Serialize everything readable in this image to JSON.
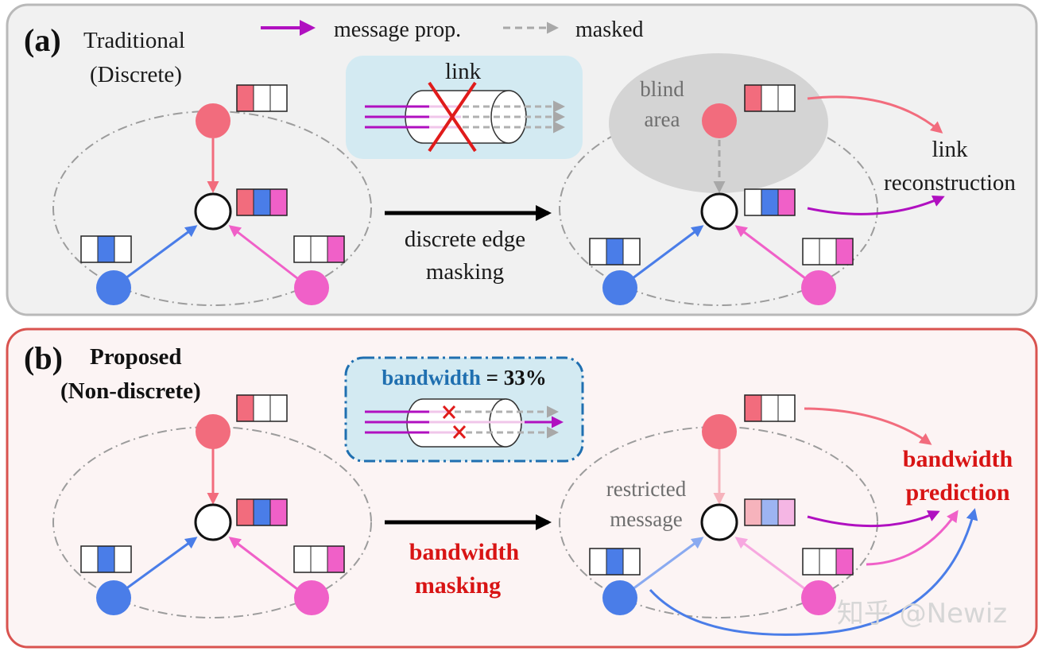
{
  "panel_a": {
    "label": "(a)",
    "title_line1": "Traditional",
    "title_line2": "(Discrete)",
    "inset_link": "link",
    "arrow_line1": "discrete edge",
    "arrow_line2": "masking",
    "blind_line1": "blind",
    "blind_line2": "area",
    "result_line1": "link",
    "result_line2": "reconstruction"
  },
  "panel_b": {
    "label": "(b)",
    "title_line1": "Proposed",
    "title_line2": "(Non-discrete)",
    "inset_bw_word": "bandwidth",
    "inset_bw_value": " = 33%",
    "arrow_line1": "bandwidth",
    "arrow_line2": "masking",
    "restricted_line1": "restricted",
    "restricted_line2": "message",
    "result_line1": "bandwidth",
    "result_line2": "prediction"
  },
  "legend": {
    "message_prop": "message prop.",
    "masked": "masked"
  },
  "watermark": "知乎 @Newiz",
  "colors": {
    "red_node": "#f26c7d",
    "blue_node": "#4a7de8",
    "pink_node": "#f060c8",
    "purple_arrow": "#b010c0",
    "panel_a_bg": "#f1f1f1",
    "panel_b_bg": "#fcf4f4",
    "panel_b_border": "#d9534f",
    "inset_a_bg": "#d3eaf2",
    "cross_red": "#e01b1b"
  }
}
